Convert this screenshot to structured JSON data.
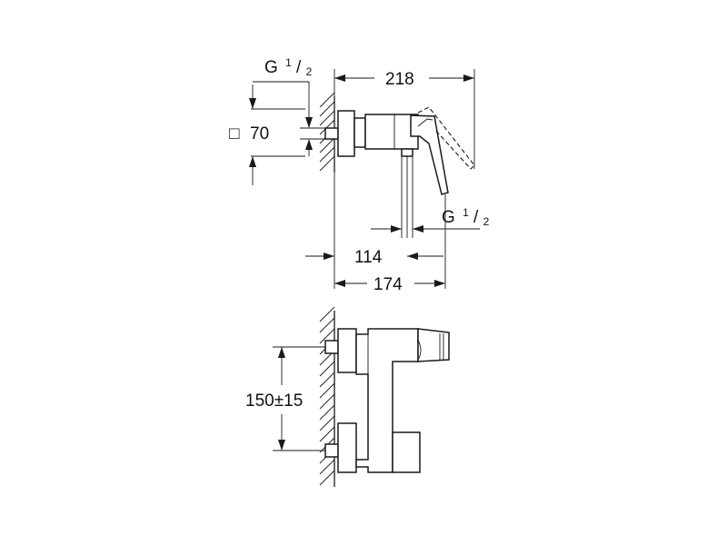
{
  "dimensions": {
    "inlet_thread_top": {
      "base": "G",
      "num": "1",
      "den": "2"
    },
    "square_symbol": "□",
    "square_size": "70",
    "overall_projection": "218",
    "outlet_thread": {
      "base": "G",
      "num": "1",
      "den": "2"
    },
    "spout_offset": "114",
    "body_depth": "174",
    "inlet_centers": "150±15"
  }
}
